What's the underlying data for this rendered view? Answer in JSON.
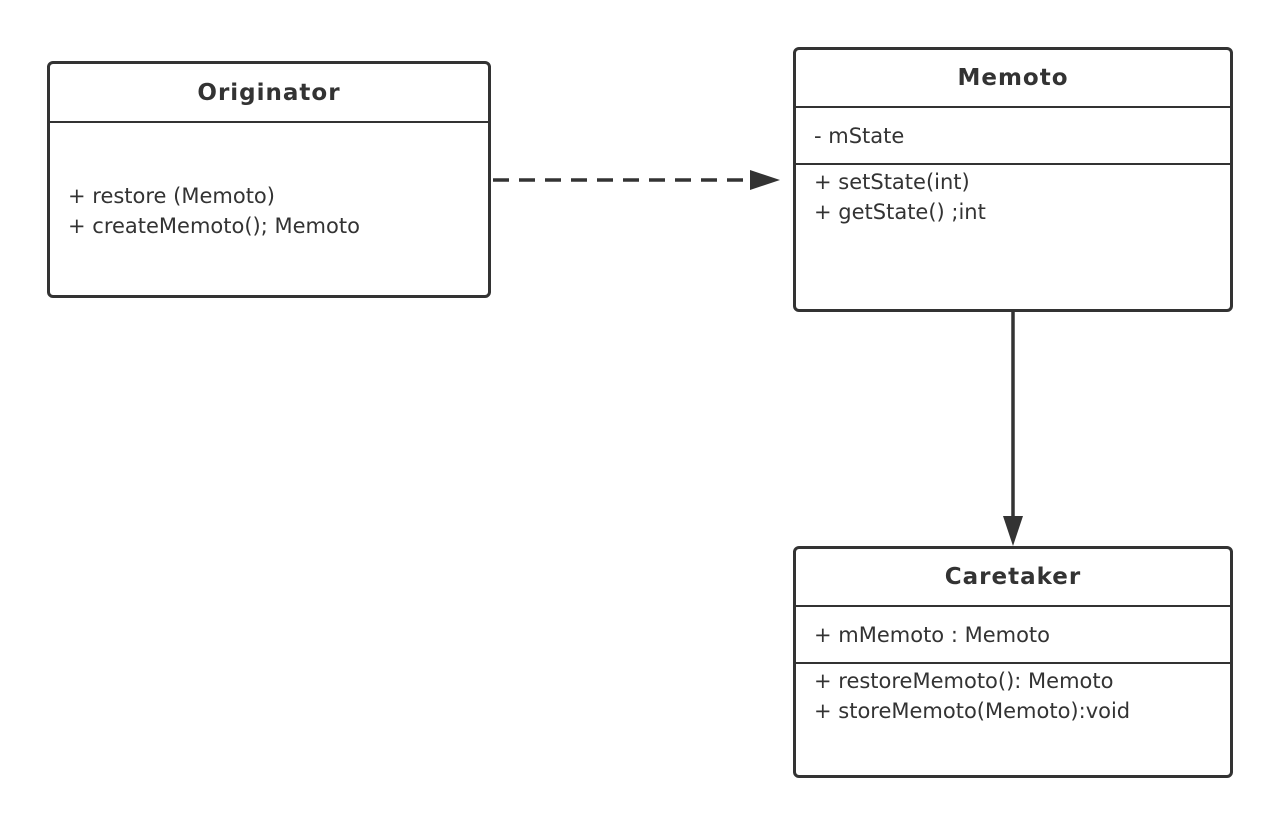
{
  "classes": {
    "originator": {
      "name": "Originator",
      "operations": [
        "+ restore (Memoto)",
        "+ createMemoto(); Memoto"
      ]
    },
    "memoto": {
      "name": "Memoto",
      "attributes": [
        "- mState"
      ],
      "operations": [
        "+ setState(int)",
        "+ getState() ;int"
      ]
    },
    "caretaker": {
      "name": "Caretaker",
      "attributes": [
        "+ mMemoto : Memoto"
      ],
      "operations": [
        "+ restoreMemoto(): Memoto",
        "+ storeMemoto(Memoto):void"
      ]
    }
  },
  "relationships": [
    {
      "from": "originator",
      "to": "memoto",
      "style": "dashed",
      "arrow": "filled-triangle"
    },
    {
      "from": "memoto",
      "to": "caretaker",
      "style": "solid",
      "arrow": "filled-triangle"
    }
  ],
  "colors": {
    "stroke": "#333333",
    "background": "#ffffff"
  }
}
